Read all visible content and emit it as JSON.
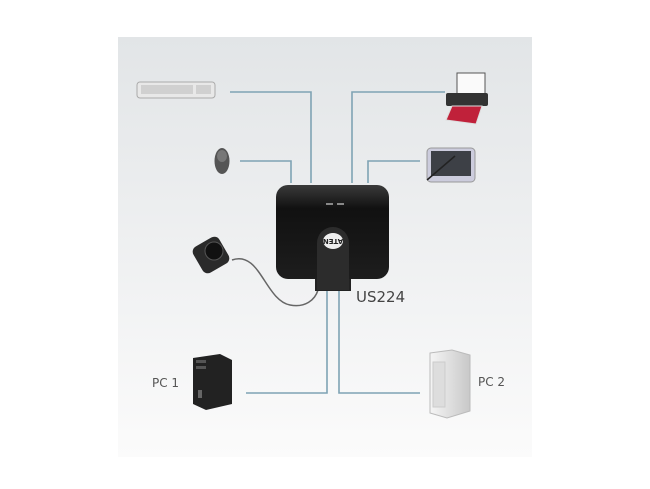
{
  "model": "US224",
  "pc1_label": "PC 1",
  "pc2_label": "PC 2",
  "logo_text": "ATEN",
  "colors": {
    "cable": "#7fa3b4",
    "device": "#1a1a1a"
  }
}
